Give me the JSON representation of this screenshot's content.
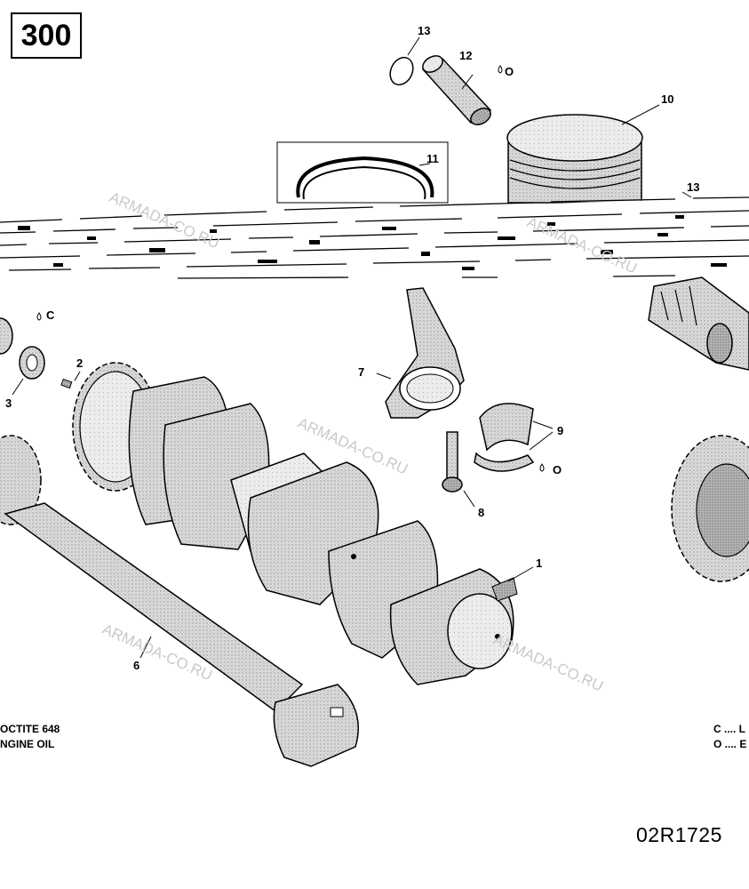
{
  "page_code": "300",
  "figure_code": "02R1725",
  "watermark": "ARMADA-CO.RU",
  "callouts": {
    "c1": "1",
    "c2": "2",
    "c3": "3",
    "c6": "6",
    "c7": "7",
    "c8": "8",
    "c9": "9",
    "c10": "10",
    "c11": "11",
    "c12": "12",
    "c13a": "13",
    "c13b": "13"
  },
  "symbols": {
    "oil": "O",
    "loctite": "C"
  },
  "legend_left": {
    "line1": "OCTITE 648",
    "line2": "NGINE OIL"
  },
  "legend_right": {
    "line1": "C .... L",
    "line2": "O .... E"
  },
  "colors": {
    "part_fill": "#d6d6d6",
    "part_shade": "#9a9a9a",
    "outline": "#000000",
    "watermark": "#c9c9c9"
  }
}
